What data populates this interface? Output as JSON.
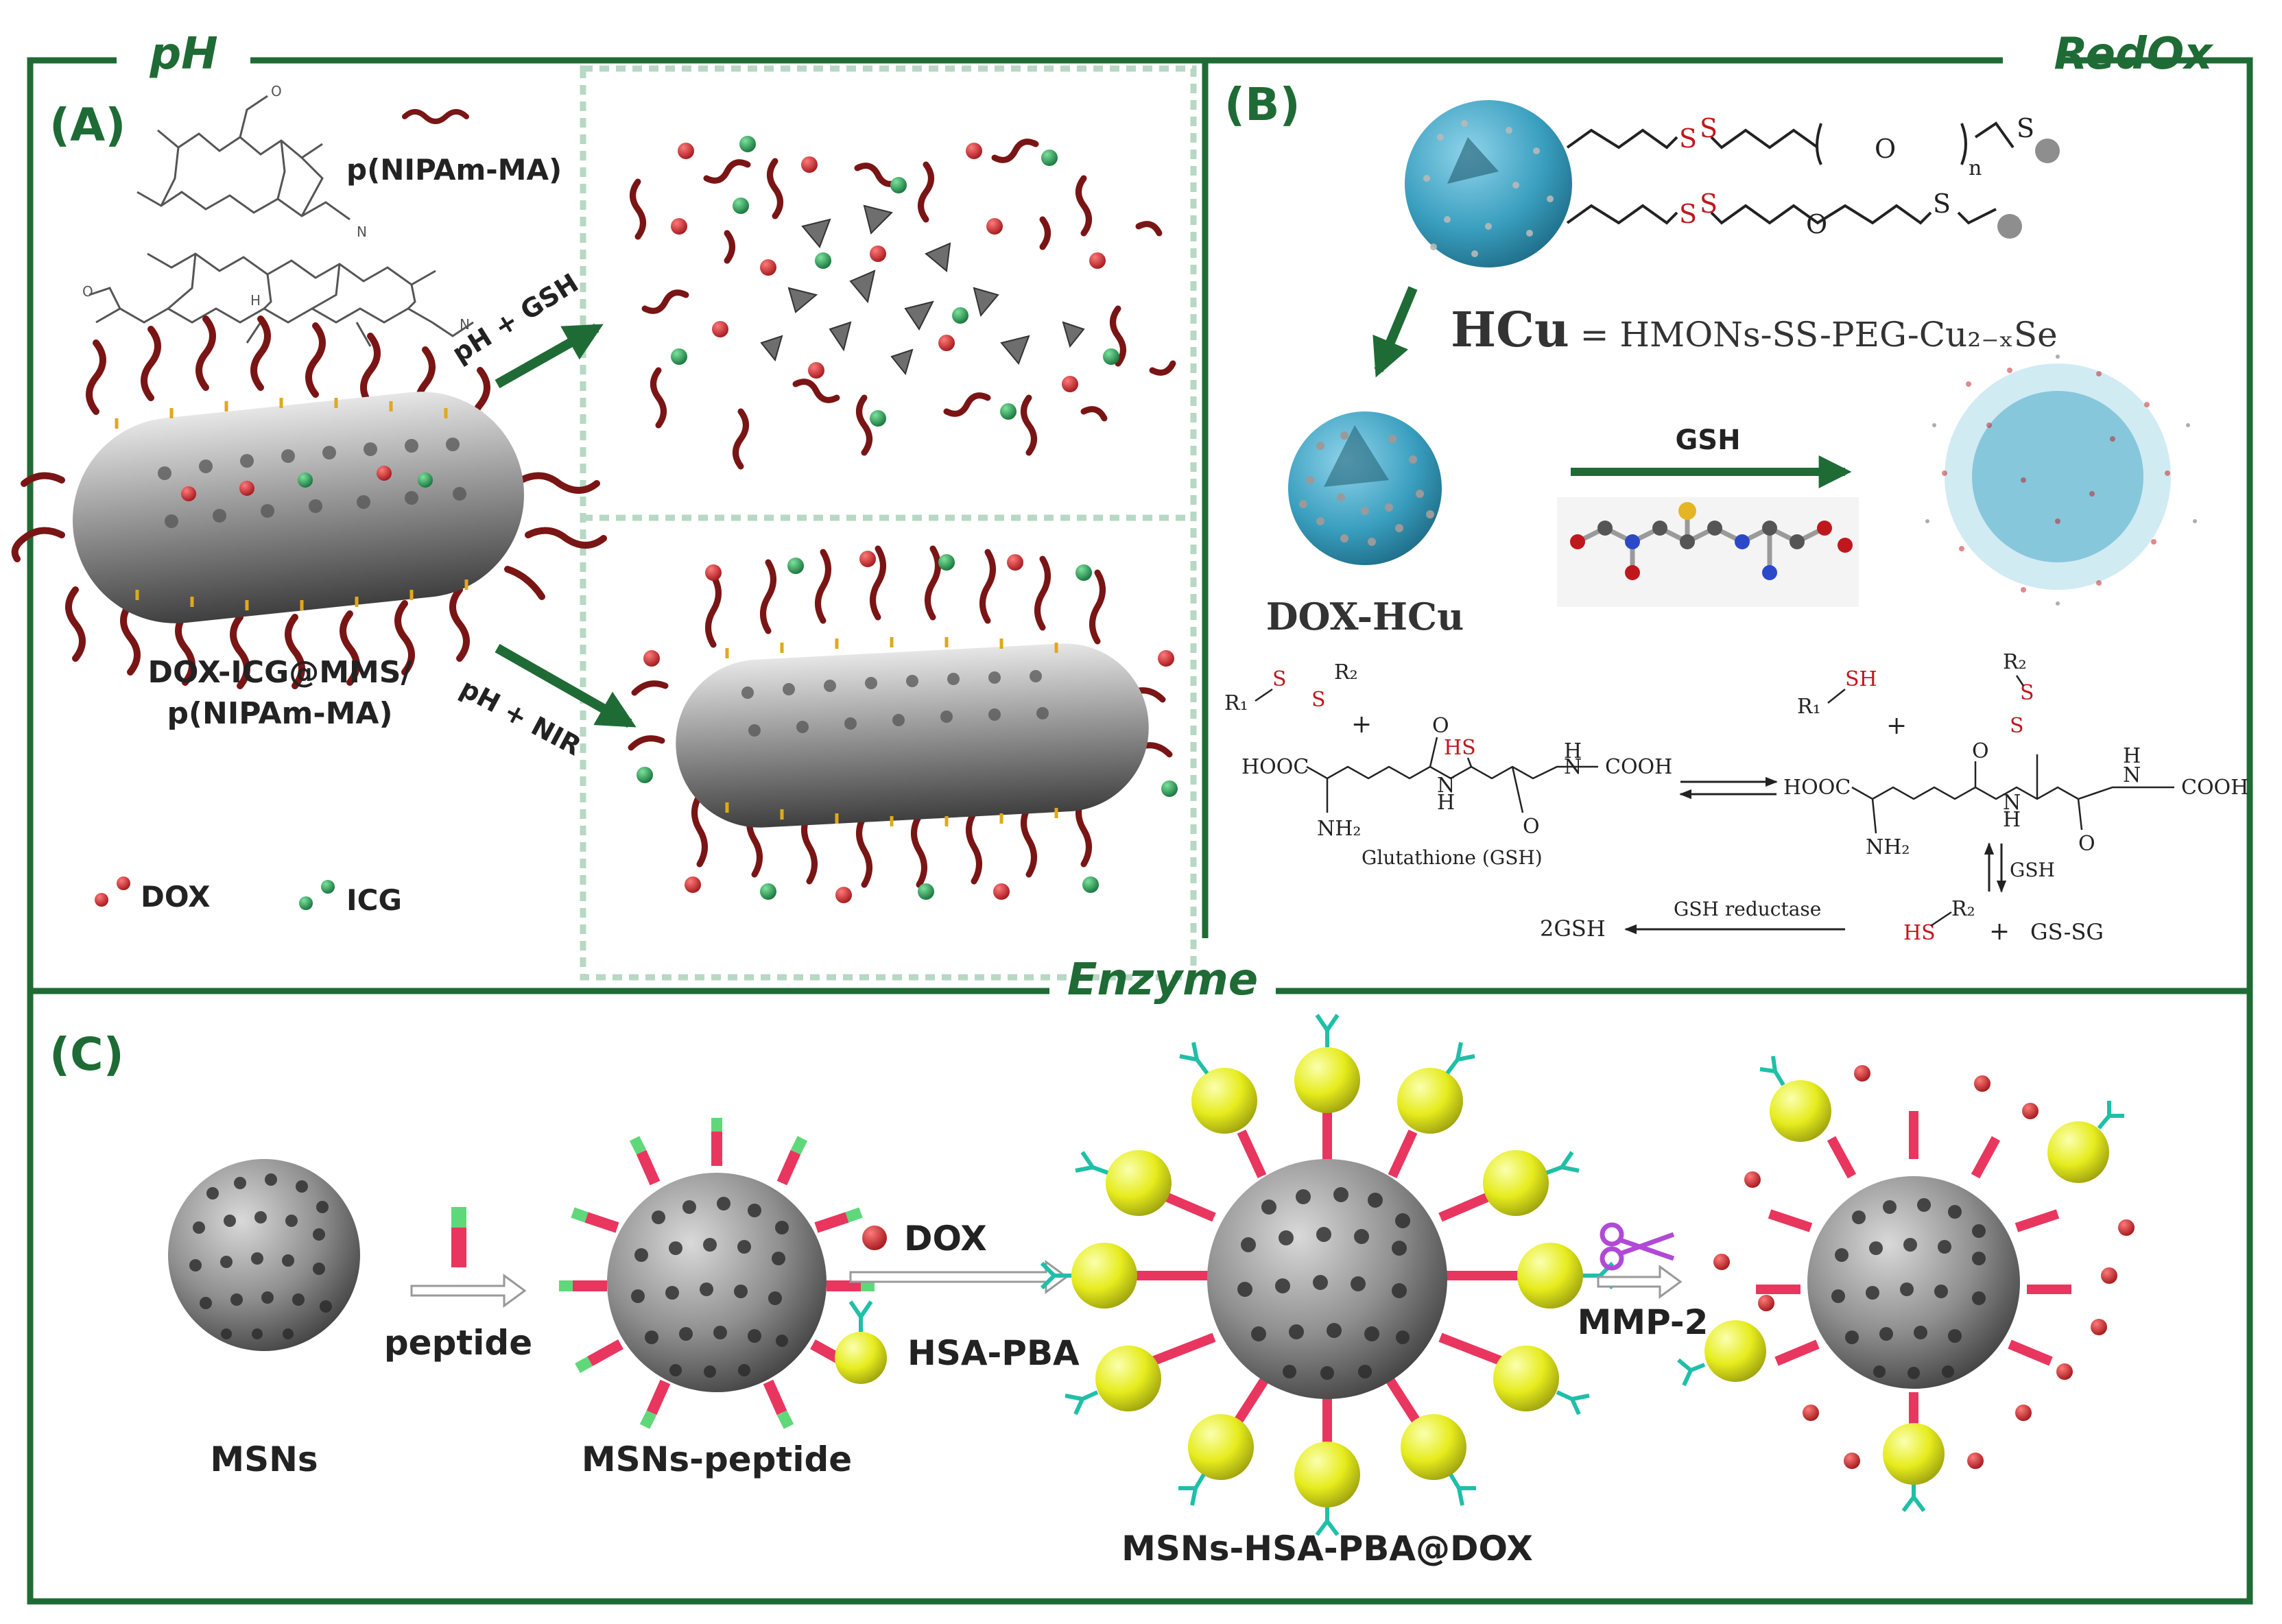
{
  "sections": {
    "ph": "pH",
    "redox": "RedOx",
    "enzyme": "Enzyme"
  },
  "panel_a": {
    "letter": "(A)",
    "polymer_label": "p(NIPAm-MA)",
    "particle_label_line1": "DOX-ICG@MMS/",
    "particle_label_line2": "p(NIPAm-MA)",
    "arrow_upper": "pH + GSH",
    "arrow_lower": "pH + NIR",
    "legend_dox": "DOX",
    "legend_icg": "ICG"
  },
  "panel_b": {
    "letter": "(B)",
    "hcu_bold": "HCu",
    "hcu_def": " = HMONs-SS-PEG-Cu₂₋ₓSe",
    "dox_hcu": "DOX-HCu",
    "gsh_arrow": "GSH",
    "chem": {
      "r1": "R₁",
      "r2": "R₂",
      "s": "S",
      "sh": "SH",
      "hs": "HS",
      "plus": "+",
      "hooc": "HOOC",
      "cooh": "COOH",
      "nh2": "NH₂",
      "h": "H",
      "n": "N",
      "o": "O",
      "glutathione": "Glutathione (GSH)",
      "two_gsh": "2GSH",
      "gsh_reductase": "GSH reductase",
      "gsh_side": "GSH",
      "gssg": "GS-SG",
      "peg_n": "n"
    }
  },
  "panel_c": {
    "letter": "(C)",
    "msns": "MSNs",
    "peptide": "peptide",
    "msns_peptide": "MSNs-peptide",
    "dox": "DOX",
    "hsa_pba": "HSA-PBA",
    "msns_hsa": "MSNs-HSA-PBA@DOX",
    "mmp2": "MMP-2"
  },
  "colors": {
    "frame_green": "#1f6b35",
    "dark_red": "#7a1515",
    "dox_red": "#c0171d",
    "icg_green": "#1f8a4a",
    "hcu_blue": "#3a9fbf",
    "sphere_gray": "#8c8c8c",
    "hsa_yellow": "#e6ec1c",
    "linker_pink": "#e8365f",
    "linker_green": "#5fd87a",
    "scissors": "#b04ad6",
    "text_green": "#1f6b35"
  }
}
